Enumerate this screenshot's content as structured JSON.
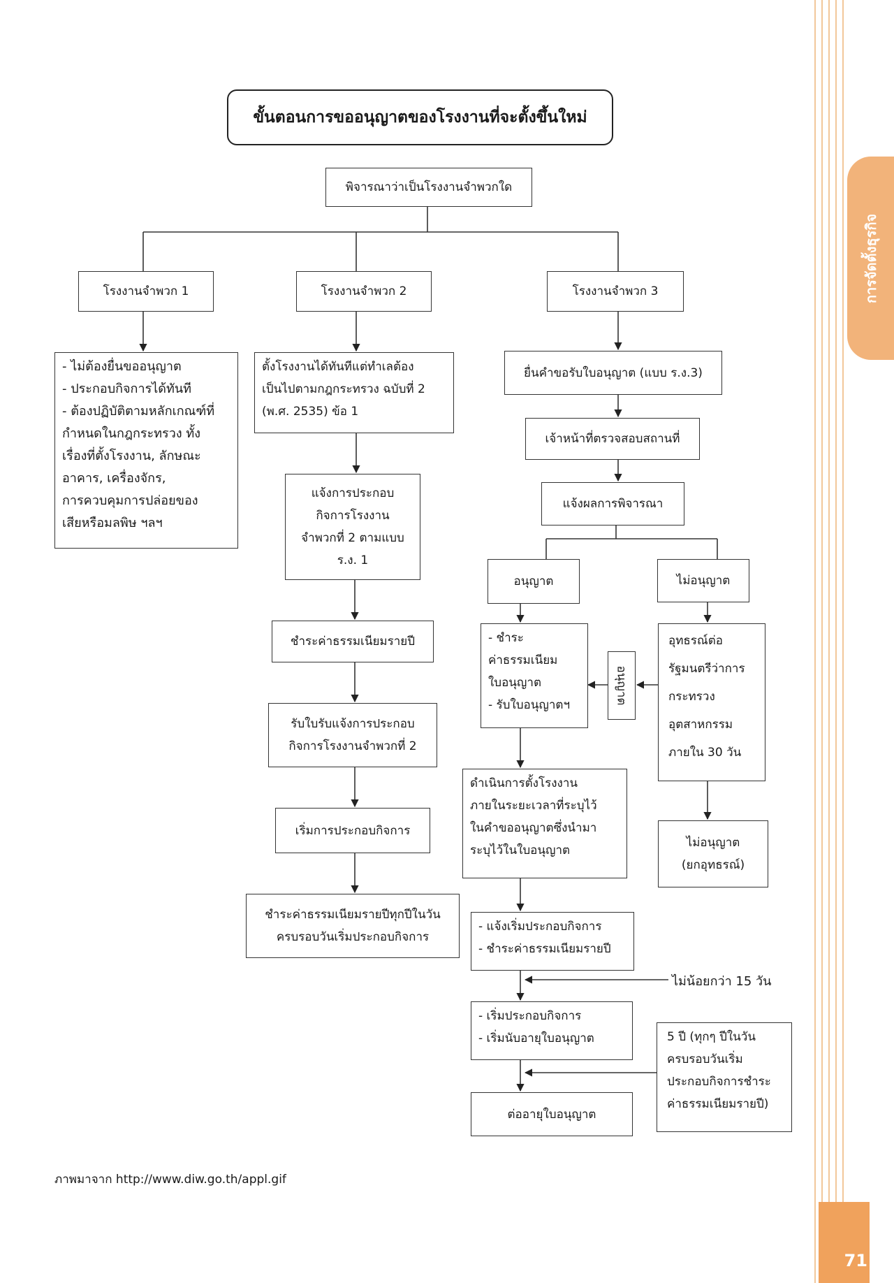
{
  "side_tab": {
    "label": "การจัดตั้งธุรกิจ"
  },
  "title": "ขั้นตอนการขออนุญาตของโรงงานที่จะตั้งขึ้นใหม่",
  "top_question": "พิจารณาว่าเป็นโรงงานจำพวกใด",
  "categories": {
    "cat1": "โรงงานจำพวก 1",
    "cat2": "โรงงานจำพวก 2",
    "cat3": "โรงงานจำพวก 3"
  },
  "cat1_detail": {
    "lines": [
      "- ไม่ต้องยื่นขออนุญาต",
      "- ประกอบกิจการได้ทันที",
      "- ต้องปฏิบัติตามหลักเกณฑ์ที่",
      "กำหนดในกฎกระทรวง ทั้ง",
      "เรื่องที่ตั้งโรงงาน, ลักษณะ",
      "อาคาร, เครื่องจักร,",
      "การควบคุมการปล่อยของ",
      "เสียหรือมลพิษ ฯลฯ"
    ]
  },
  "cat2_steps": {
    "start": [
      "ตั้งโรงงานได้ทันทีแต่ทำเลต้อง",
      "เป็นไปตามกฎกระทรวง ฉบับที่ 2",
      "(พ.ศ. 2535) ข้อ 1"
    ],
    "notify": [
      "แจ้งการประกอบ",
      "กิจการโรงงาน",
      "จำพวกที่ 2 ตามแบบ",
      "ร.ง. 1"
    ],
    "annual_fee": "ชำระค่าธรรมเนียมรายปี",
    "receipt": [
      "รับใบรับแจ้งการประกอบ",
      "กิจการโรงงานจำพวกที่ 2"
    ],
    "begin": "เริ่มการประกอบกิจการ",
    "yearly": [
      "ชำระค่าธรรมเนียมรายปีทุกปีในวัน",
      "ครบรอบวันเริ่มประกอบกิจการ"
    ]
  },
  "cat3_steps": {
    "apply": "ยื่นคำขอรับใบอนุญาต (แบบ ร.ง.3)",
    "inspect": "เจ้าหน้าที่ตรวจสอบสถานที่",
    "result": "แจ้งผลการพิจารณา",
    "approved": "อนุญาต",
    "denied": "ไม่อนุญาต",
    "pay_license": [
      "- ชำระ",
      "ค่าธรรมเนียม",
      "ใบอนุญาต",
      "- รับใบอนุญาตฯ"
    ],
    "appeal_approved": "อนุญาต",
    "appeal": [
      "อุทธรณ์ต่อ",
      "รัฐมนตรีว่าการ",
      "กระทรวง",
      "อุตสาหกรรม",
      "ภายใน 30 วัน"
    ],
    "build": [
      "ดำเนินการตั้งโรงงาน",
      "ภายในระยะเวลาที่ระบุไว้",
      "ในคำขออนุญาตซึ่งนำมา",
      "ระบุไว้ในใบอนุญาต"
    ],
    "appeal_denied": [
      "ไม่อนุญาต",
      "(ยกอุทธรณ์)"
    ],
    "notify_start": [
      "- แจ้งเริ่มประกอบกิจการ",
      "- ชำระค่าธรรมเนียมรายปี"
    ],
    "notice_period": "ไม่น้อยกว่า 15 วัน",
    "begin": [
      "- เริ่มประกอบกิจการ",
      "- เริ่มนับอายุใบอนุญาต"
    ],
    "renewal_note": [
      "5 ปี (ทุกๆ ปีในวัน",
      "ครบรอบวันเริ่ม",
      "ประกอบกิจการชำระ",
      "ค่าธรรมเนียมรายปี)"
    ],
    "renew": "ต่ออายุใบอนุญาต"
  },
  "source": "ภาพมาจาก http://www.diw.go.th/appl.gif",
  "page_number": "71",
  "colors": {
    "accent": "#f2b37a",
    "page_block": "#f0a25c",
    "stripe": "#f2c79a"
  }
}
